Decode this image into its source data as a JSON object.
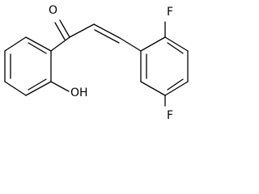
{
  "molecule": {
    "atoms": {
      "carbonyl_oxygen": "O",
      "hydroxyl": "OH",
      "fluorine_top": "F",
      "fluorine_bottom": "F"
    }
  },
  "colors": {
    "ink": "#000000",
    "background": "#ffffff"
  }
}
